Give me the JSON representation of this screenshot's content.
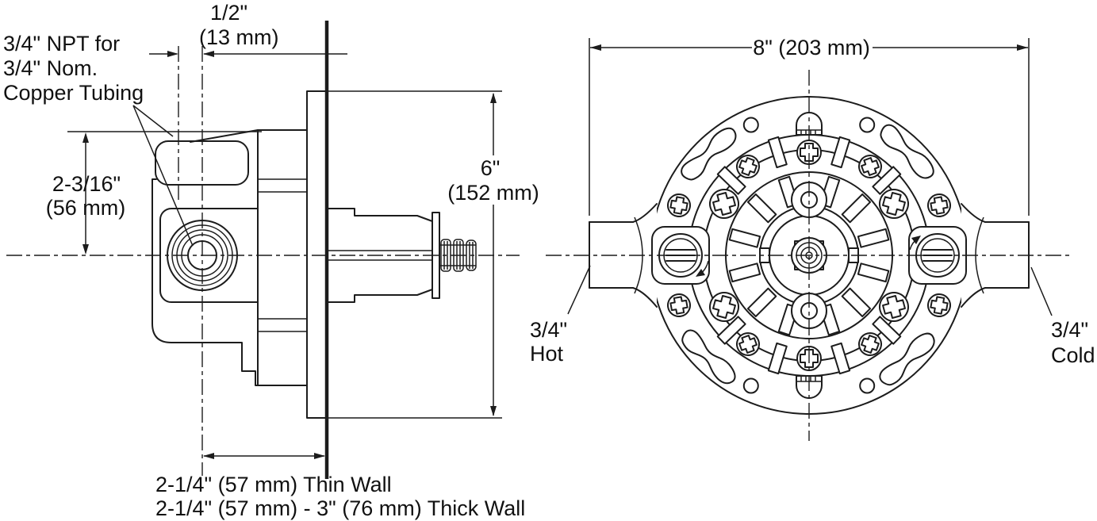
{
  "drawing": {
    "background": "#ffffff",
    "line_color": "#1c1c1c",
    "side_view": {
      "npt_note_line1": "3/4\" NPT for",
      "npt_note_line2": "3/4\" Nom.",
      "npt_note_line3": "Copper Tubing",
      "dim_offset_in": "1/2\"",
      "dim_offset_mm": "(13 mm)",
      "dim_height_in": "2-3/16\"",
      "dim_height_mm": "(56 mm)",
      "dim_depth_in": "6\"",
      "dim_depth_mm": "(152 mm)",
      "wall_note_thin": "2-1/4\" (57 mm) Thin Wall",
      "wall_note_thick": "2-1/4\" (57 mm) - 3\" (76 mm) Thick Wall"
    },
    "front_view": {
      "dim_width": "8\" (203 mm)",
      "hot_label_line1": "3/4\"",
      "hot_label_line2": "Hot",
      "cold_label_line1": "3/4\"",
      "cold_label_line2": "Cold"
    }
  }
}
